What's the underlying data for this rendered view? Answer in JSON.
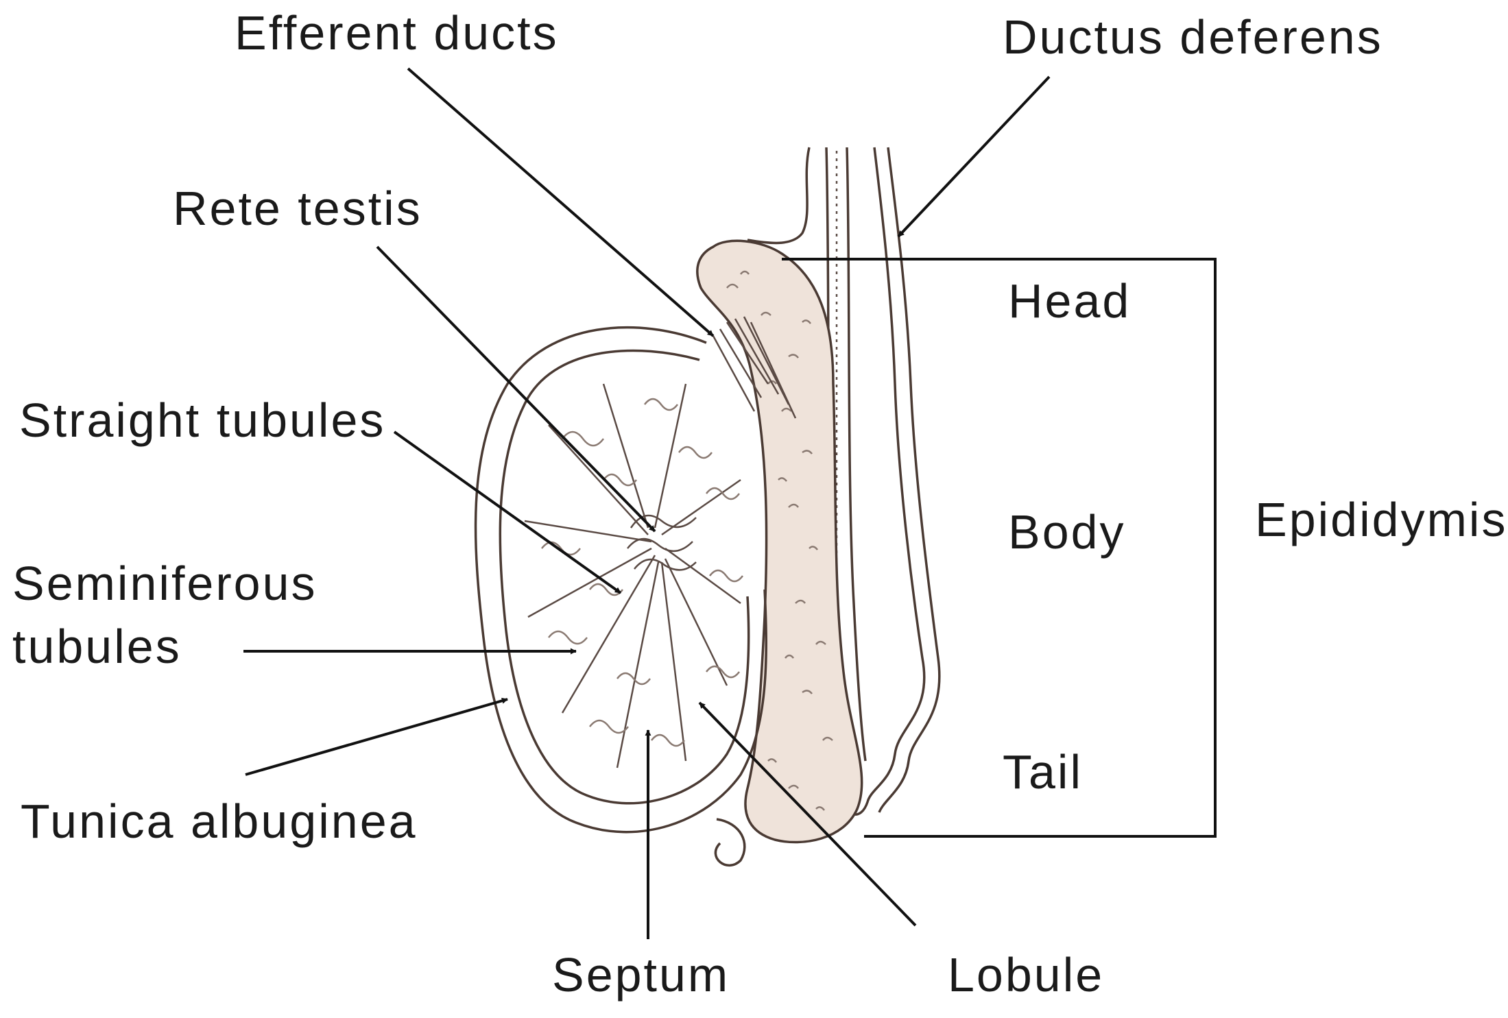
{
  "diagram": {
    "labels": {
      "efferent_ducts": "Efferent ducts",
      "ductus_deferens": "Ductus deferens",
      "rete_testis": "Rete testis",
      "straight_tubules": "Straight tubules",
      "seminiferous_tubules_line1": "Seminiferous",
      "seminiferous_tubules_line2": "tubules",
      "tunica_albuginea": "Tunica albuginea",
      "septum": "Septum",
      "lobule": "Lobule",
      "head": "Head",
      "body": "Body",
      "tail": "Tail",
      "epididymis": "Epididymis"
    },
    "colors": {
      "ink": "#111111",
      "tissue_outline": "#4a3a33",
      "epididymis_fill": "#efe3da",
      "background": "#ffffff"
    }
  }
}
